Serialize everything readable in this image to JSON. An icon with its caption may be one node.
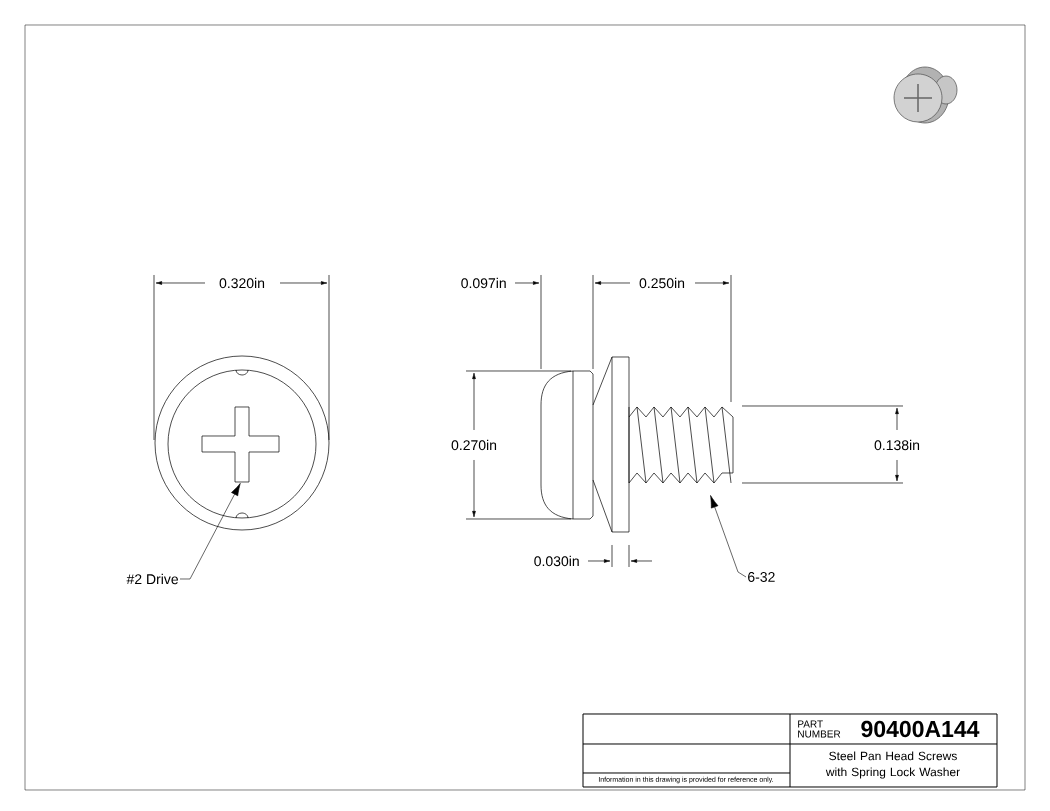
{
  "diagram": {
    "nodes": [
      {
        "text": [
          "#2 Drive"
        ]
      },
      {
        "text": [
          "6-32"
        ]
      }
    ],
    "edges": [
      {
        "from": 0,
        "to": null,
        "arrow": "to"
      },
      {
        "from": 1,
        "to": null,
        "arrow": "to"
      }
    ],
    "labels": [
      "0.320in",
      "0.097in",
      "0.250in",
      "0.270in",
      "0.138in",
      "0.030in",
      "PART NUMBER",
      "90400A144",
      "Steel Pan Head Screws with Spring Lock Washer",
      "Information in this drawing is provided for reference only."
    ]
  }
}
